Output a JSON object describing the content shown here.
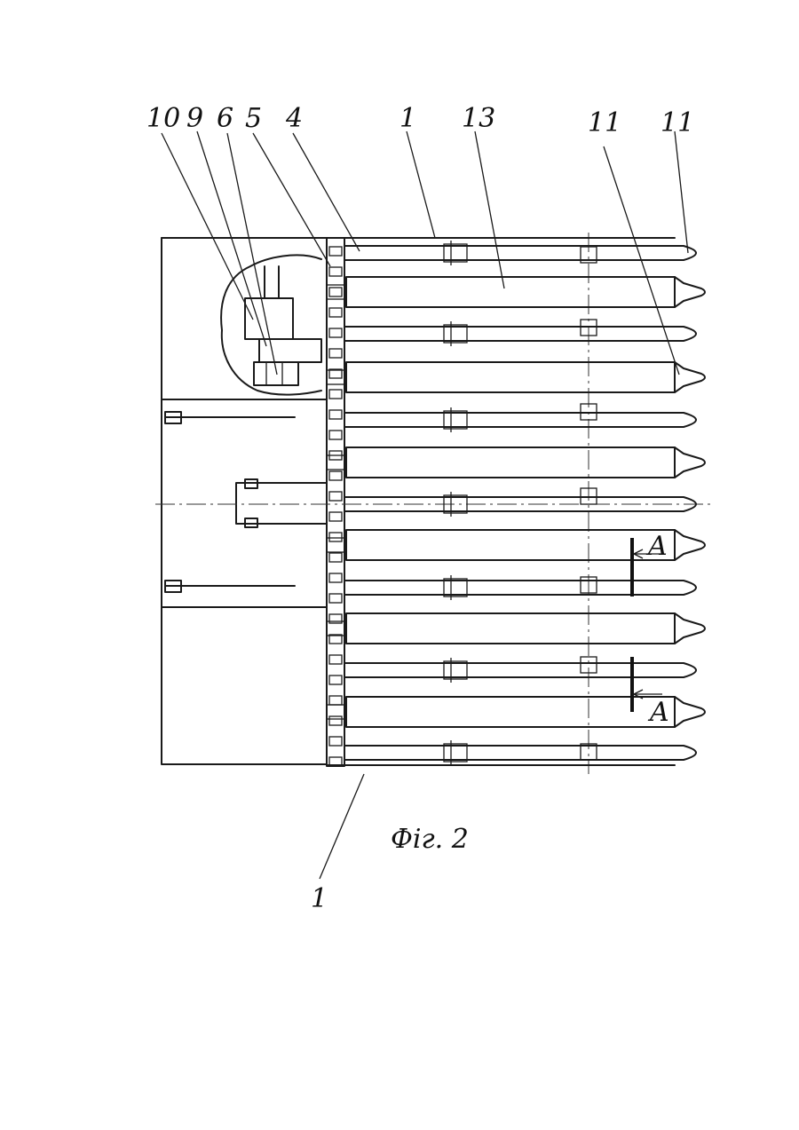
{
  "labels": {
    "l10": "10",
    "l9": "9",
    "l6": "6",
    "l5": "5",
    "l4": "4",
    "l1_top": "1",
    "l13": "13",
    "l11a": "11",
    "l11b": "11",
    "l1_bottom": "1",
    "sectionA_top": "A",
    "sectionA_bottom": "A"
  },
  "caption": "Фіг. 2"
}
